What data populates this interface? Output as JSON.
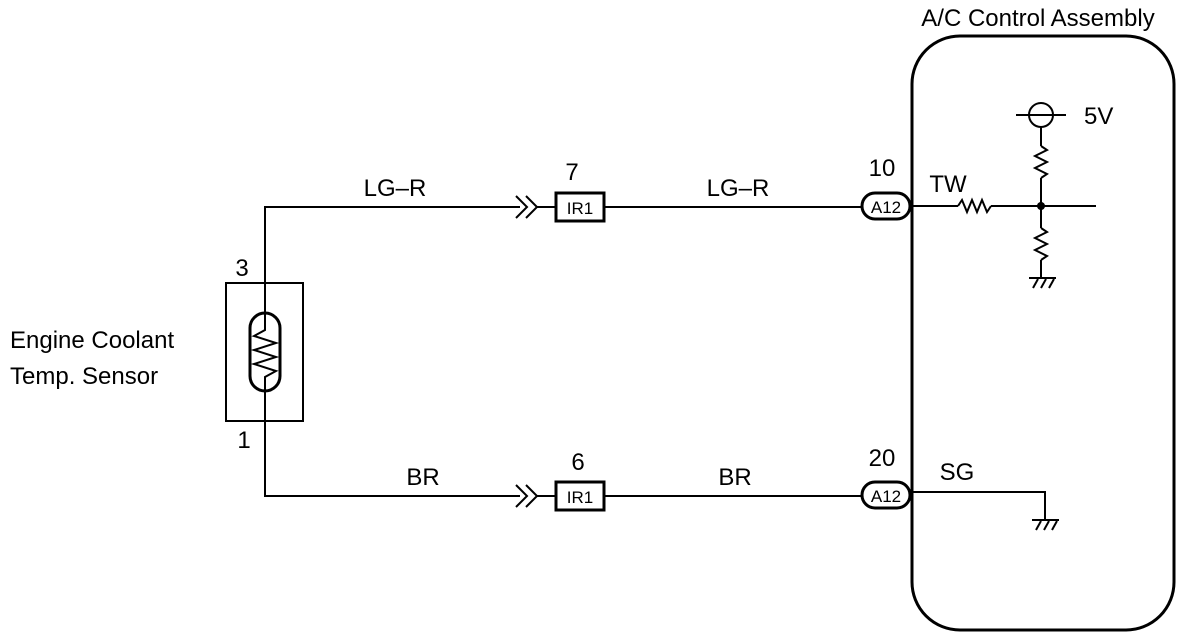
{
  "assembly": {
    "title": "A/C Control Assembly",
    "supply_voltage": "5V",
    "signal_tw": "TW",
    "signal_sg": "SG"
  },
  "sensor": {
    "name_line1": "Engine Coolant",
    "name_line2": "Temp. Sensor",
    "pin_top": "3",
    "pin_bottom": "1"
  },
  "wires": {
    "upper_left_color": "LG–R",
    "upper_right_color": "LG–R",
    "lower_left_color": "BR",
    "lower_right_color": "BR"
  },
  "connectors": {
    "upper_inline": {
      "id": "IR1",
      "pin": "7"
    },
    "lower_inline": {
      "id": "IR1",
      "pin": "6"
    },
    "upper_ecu": {
      "id": "A12",
      "pin": "10"
    },
    "lower_ecu": {
      "id": "A12",
      "pin": "20"
    }
  }
}
